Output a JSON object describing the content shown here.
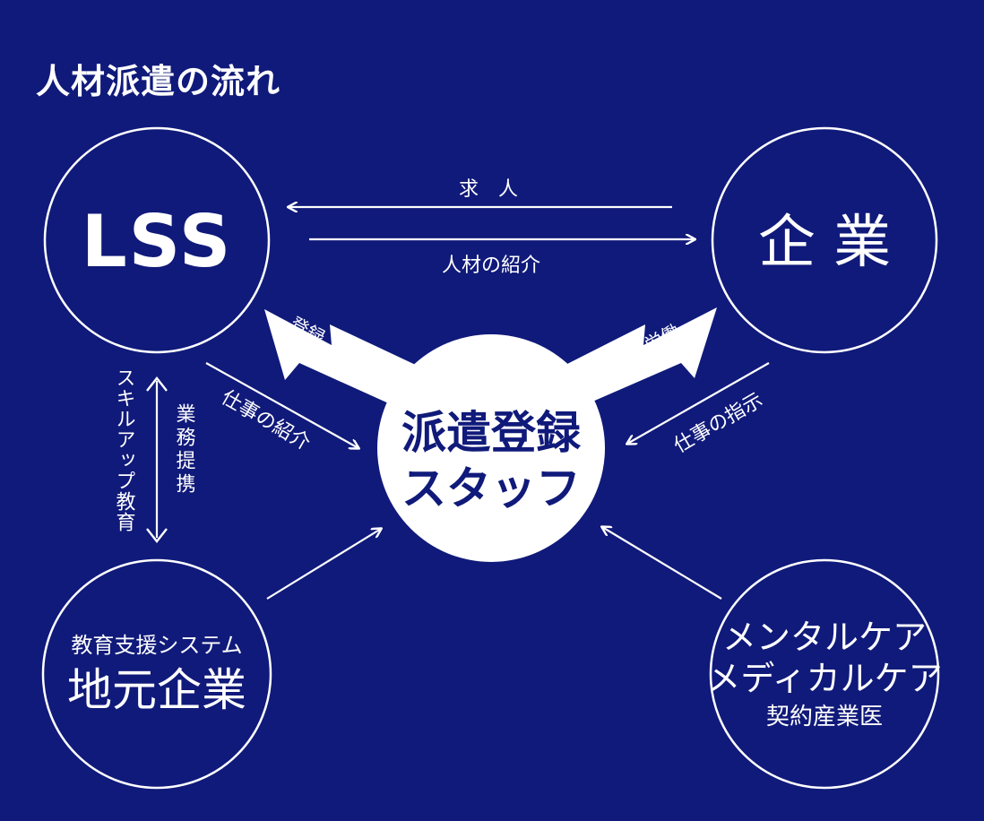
{
  "title": "人材派遣の流れ",
  "nodes": {
    "lss": {
      "label": "LSS"
    },
    "company": {
      "label": "企 業"
    },
    "center": {
      "line1": "派遣登録",
      "line2": "スタッフ"
    },
    "local": {
      "line1": "教育支援システム",
      "line2": "地元企業"
    },
    "care": {
      "line1": "メンタルケア",
      "line2": "メディカルケア",
      "line3": "契約産業医"
    }
  },
  "arrows": {
    "job_offer": "求　人",
    "talent_intro": "人材の紹介",
    "register": "登録",
    "labor": "労働",
    "job_intro": "仕事の紹介",
    "work_instruction": "仕事の指示",
    "business_alliance": "業務提携",
    "skillup": "スキルアップ教育"
  },
  "colors": {
    "background": "#101a7a",
    "foreground": "#ffffff"
  }
}
